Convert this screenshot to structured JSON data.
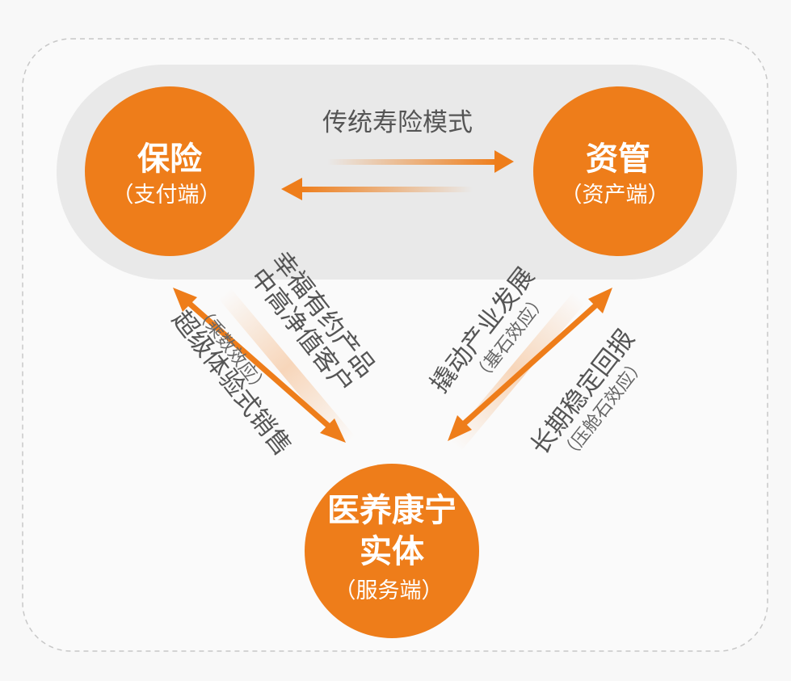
{
  "colors": {
    "accent": "#ee7d1a",
    "pill": "#e9e9e9",
    "text": "#555555"
  },
  "nodes": {
    "insurance": {
      "title": "保险",
      "subtitle": "（支付端）"
    },
    "asset": {
      "title": "资管",
      "subtitle": "（资产端）"
    },
    "healthcare": {
      "title_line1": "医养康宁",
      "title_line2": "实体",
      "subtitle": "（服务端）"
    }
  },
  "top_link": {
    "label": "传统寿险模式"
  },
  "left_links": {
    "inner_line1": "幸福有约产品",
    "inner_line2": "中高净值客户",
    "outer_title": "超级体验式销售",
    "outer_subtitle": "（乘数效应）"
  },
  "right_links": {
    "inner_title": "撬动产业发展",
    "inner_subtitle": "（基石效应）",
    "outer_title": "长期稳定回报",
    "outer_subtitle": "（压舱石效应）"
  }
}
